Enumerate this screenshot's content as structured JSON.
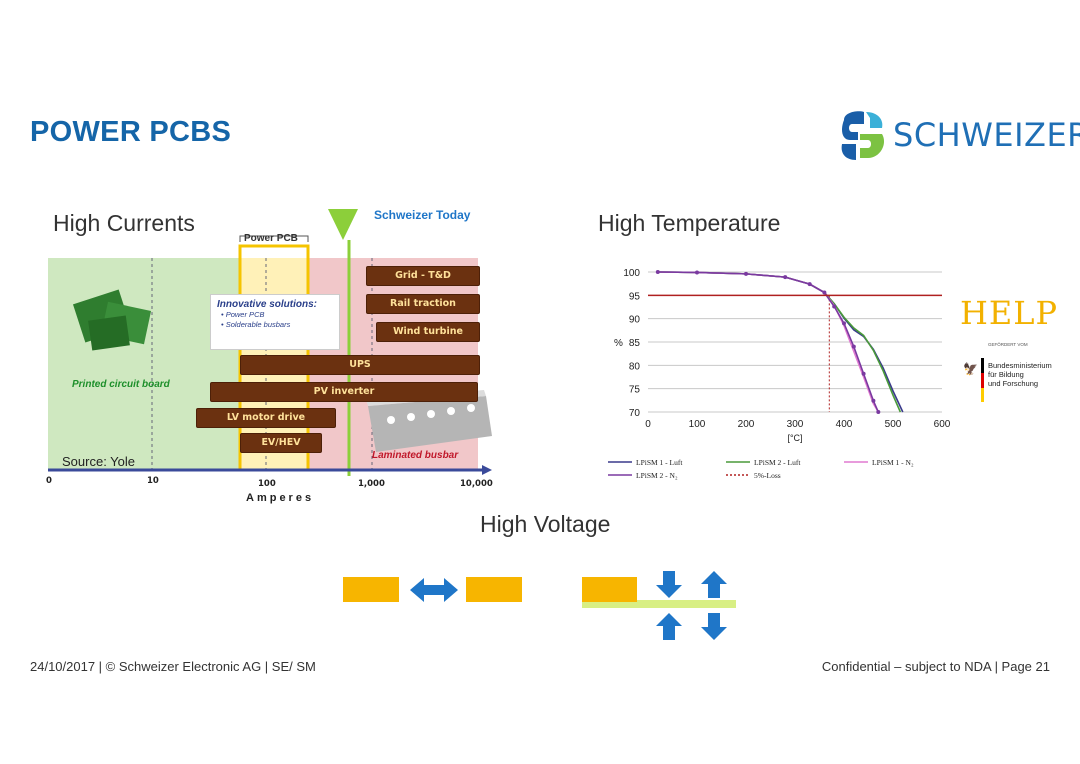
{
  "title": "POWER PCBS",
  "logo": {
    "name": "SCHWEIZER",
    "colors": [
      "#1a5ea8",
      "#3bb0d8",
      "#7cc242"
    ]
  },
  "sections": {
    "currents": "High Currents",
    "temperature": "High Temperature",
    "voltage": "High Voltage"
  },
  "currents_chart": {
    "today_label": "Schweizer Today",
    "power_pcb_label": "Power PCB",
    "innovative": {
      "title": "Innovative solutions:",
      "items": [
        "Power PCB",
        "Solderable busbars"
      ]
    },
    "pcb_label": "Printed circuit board",
    "busbar_label": "Laminated busbar",
    "source": "Source: Yole",
    "xlabel": "Amperes",
    "ticks": [
      "0",
      "10",
      "100",
      "1,000",
      "10,000"
    ],
    "applications": [
      "Grid - T&D",
      "Rail traction",
      "Wind turbine",
      "UPS",
      "PV inverter",
      "LV motor drive",
      "EV/HEV"
    ],
    "colors": {
      "pcb_zone": "#cfe8c0",
      "powerpcb_zone": "#fff1b8",
      "busbar_zone": "#f1c7c9",
      "bar": "#6b3110",
      "today": "#8ccf3a"
    }
  },
  "chart_data": {
    "type": "line",
    "title": "",
    "xlabel": "[°C]",
    "ylabel": "%",
    "xlim": [
      0,
      600
    ],
    "ylim": [
      70,
      100
    ],
    "xticks": [
      0,
      100,
      200,
      300,
      400,
      500,
      600
    ],
    "yticks": [
      70,
      75,
      80,
      85,
      90,
      95,
      100
    ],
    "grid": true,
    "series": [
      {
        "name": "LPiSM 1 - Luft",
        "color": "#3a3a8c",
        "x": [
          20,
          100,
          200,
          280,
          330,
          360,
          380,
          400,
          420,
          440,
          460,
          480,
          500,
          520
        ],
        "y": [
          100,
          99.9,
          99.6,
          98.9,
          97.4,
          95.6,
          93.2,
          90.1,
          87.6,
          86.2,
          83.4,
          79.4,
          74.5,
          70
        ]
      },
      {
        "name": "LPiSM 2 - Luft",
        "color": "#4a9a3a",
        "x": [
          20,
          100,
          200,
          280,
          330,
          360,
          380,
          400,
          420,
          440,
          460,
          480,
          500,
          515
        ],
        "y": [
          100,
          99.9,
          99.6,
          98.9,
          97.4,
          95.6,
          93.2,
          90.3,
          88.0,
          86.4,
          83.2,
          78.8,
          73.6,
          70
        ]
      },
      {
        "name": "LPiSM 1 - N₂",
        "color": "#e07ad0",
        "x": [
          20,
          100,
          200,
          280,
          330,
          360,
          380,
          400,
          420,
          440,
          460,
          470
        ],
        "y": [
          100,
          99.9,
          99.6,
          98.9,
          97.4,
          95.6,
          92.8,
          88.5,
          83.0,
          77.5,
          71.8,
          70
        ]
      },
      {
        "name": "LPiSM 2 - N₂",
        "color": "#7a3aa0",
        "x": [
          20,
          100,
          200,
          280,
          330,
          360,
          380,
          400,
          420,
          440,
          460,
          470
        ],
        "y": [
          100,
          99.9,
          99.6,
          98.9,
          97.4,
          95.6,
          92.6,
          89.0,
          84.0,
          78.2,
          72.4,
          70
        ]
      },
      {
        "name": "5%-Loss",
        "color": "#b02020",
        "dashed": true,
        "x": [
          0,
          600
        ],
        "y": [
          95,
          95
        ]
      }
    ]
  },
  "help_logo": "HELP",
  "bmbf": {
    "small": "GEFÖRDERT VOM",
    "lines": [
      "Bundesministerium",
      "für Bildung",
      "und Forschung"
    ]
  },
  "voltage_colors": {
    "box": "#f7b500",
    "arrow": "#1f76c8",
    "bar": "#d8ef84"
  },
  "footer": {
    "left": "24/10/2017 | © Schweizer Electronic AG | SE/ SM",
    "right": "Confidential – subject to NDA | Page 21"
  }
}
